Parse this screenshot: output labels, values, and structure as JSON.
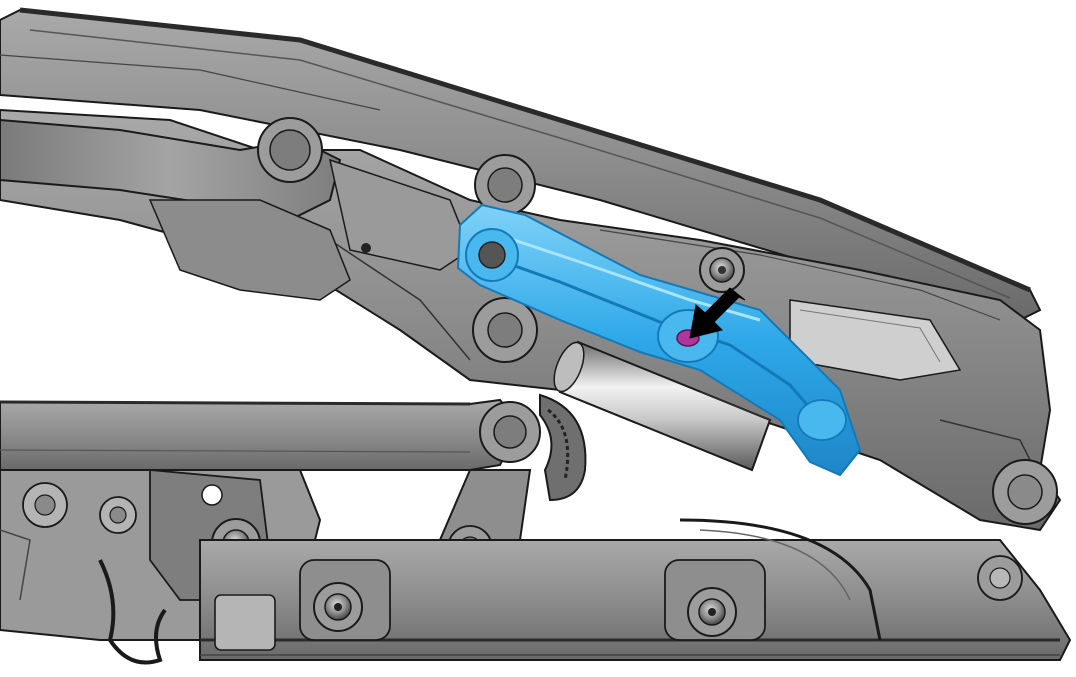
{
  "diagram": {
    "subject": "seat-recliner-mechanism-cad",
    "highlighted_part": "bracket-link",
    "pointer": "arrow-pointing-to-fastener-hole"
  },
  "colors": {
    "background": "#ffffff",
    "metal": "#8f8f8f",
    "metal_light": "#b9b9b9",
    "metal_dark": "#5e5e5e",
    "outline": "#1a1a1a",
    "highlight": "#2ea8e8",
    "highlight_light": "#7fd2f7",
    "highlight_dark": "#1479b8",
    "accent_hole": "#b0359e",
    "arrow": "#000000"
  }
}
